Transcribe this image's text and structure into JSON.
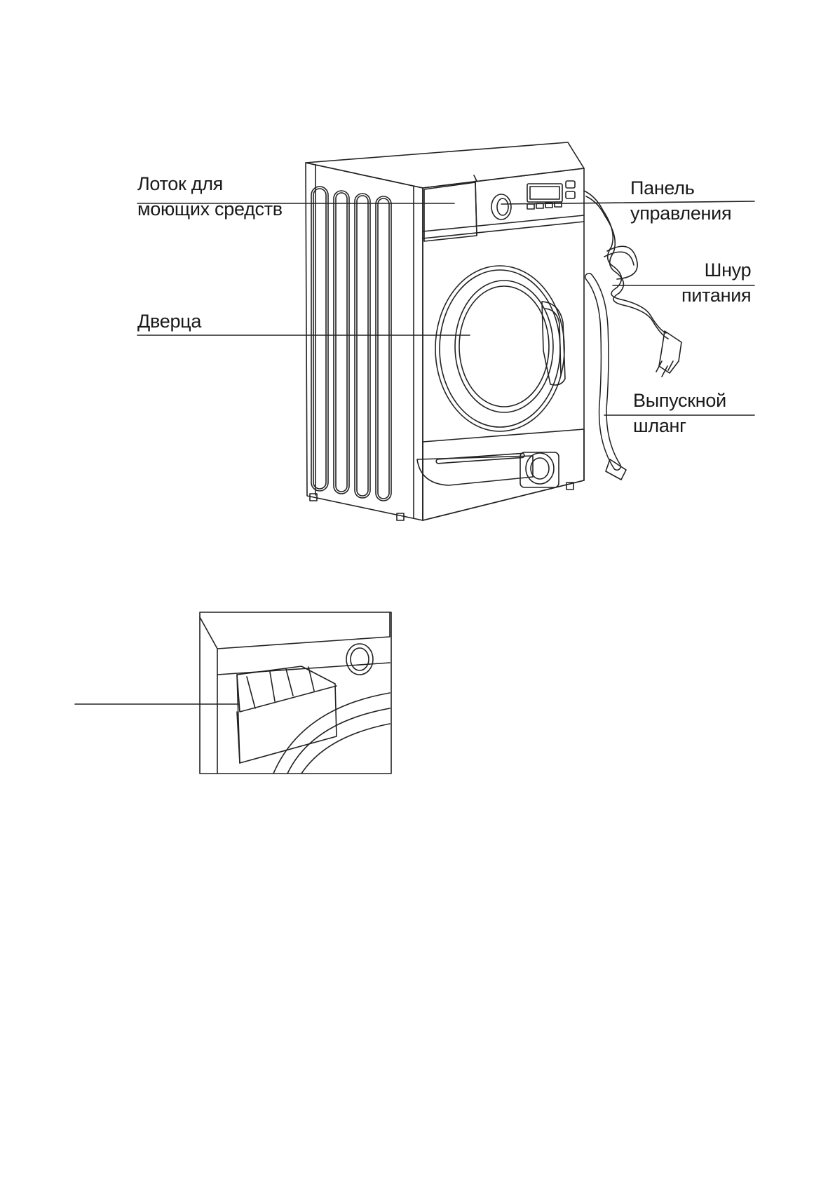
{
  "figure": {
    "labels": {
      "detergent_tray": {
        "line1": "Лоток для",
        "line2": "моющих средств"
      },
      "door": {
        "line1": "Дверца"
      },
      "control_panel": {
        "line1": "Панель",
        "line2": "управления"
      },
      "power_cord": {
        "line1": "Шнур",
        "line2": "питания"
      },
      "drain_hose": {
        "line1": "Выпускной",
        "line2": "шланг"
      }
    }
  }
}
